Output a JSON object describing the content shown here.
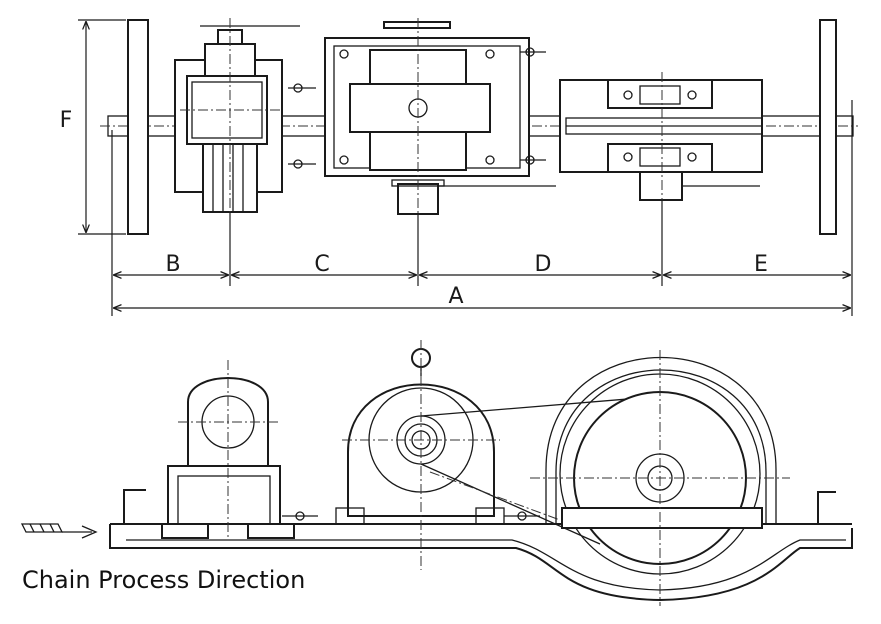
{
  "labels": {
    "F": "F",
    "B": "B",
    "C": "C",
    "D": "D",
    "E": "E",
    "A": "A"
  },
  "caption": "Chain Process Direction",
  "colors": {
    "line": "#1a1a1a",
    "background": "#ffffff"
  }
}
